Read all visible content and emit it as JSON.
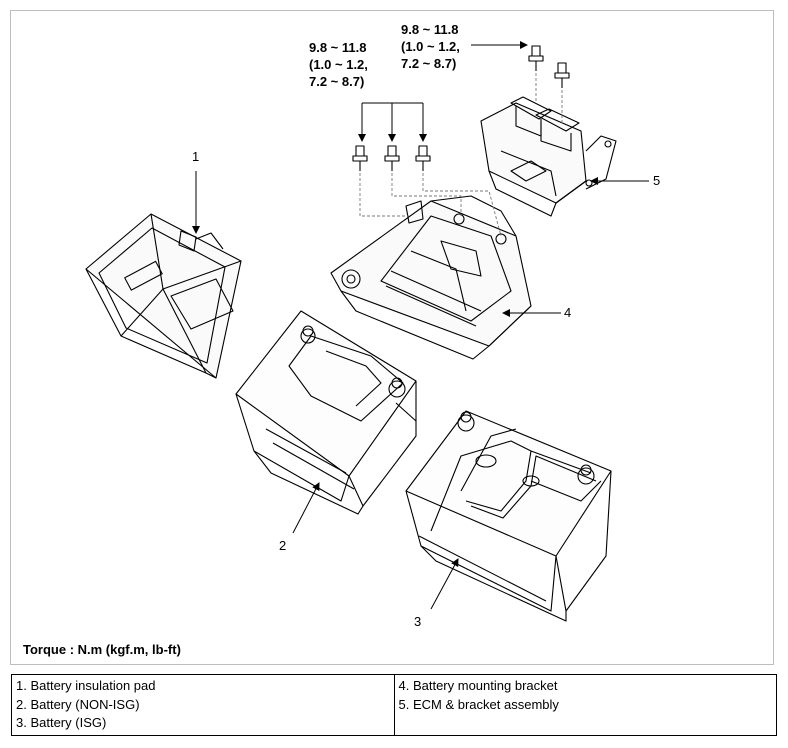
{
  "diagram": {
    "torque_label": "Torque : N.m (kgf.m, lb-ft)",
    "torque_specs": [
      {
        "lines": [
          "9.8 ~ 11.8",
          "(1.0 ~ 1.2,",
          "7.2 ~ 8.7)"
        ]
      },
      {
        "lines": [
          "9.8 ~ 11.8",
          "(1.0 ~ 1.2,",
          "7.2 ~ 8.7)"
        ]
      }
    ],
    "callouts": [
      "1",
      "2",
      "3",
      "4",
      "5"
    ]
  },
  "legend": {
    "left": [
      "1. Battery insulation pad",
      "2. Battery (NON-ISG)",
      "3. Battery (ISG)"
    ],
    "right": [
      "4. Battery mounting bracket",
      "5. ECM & bracket assembly"
    ]
  }
}
